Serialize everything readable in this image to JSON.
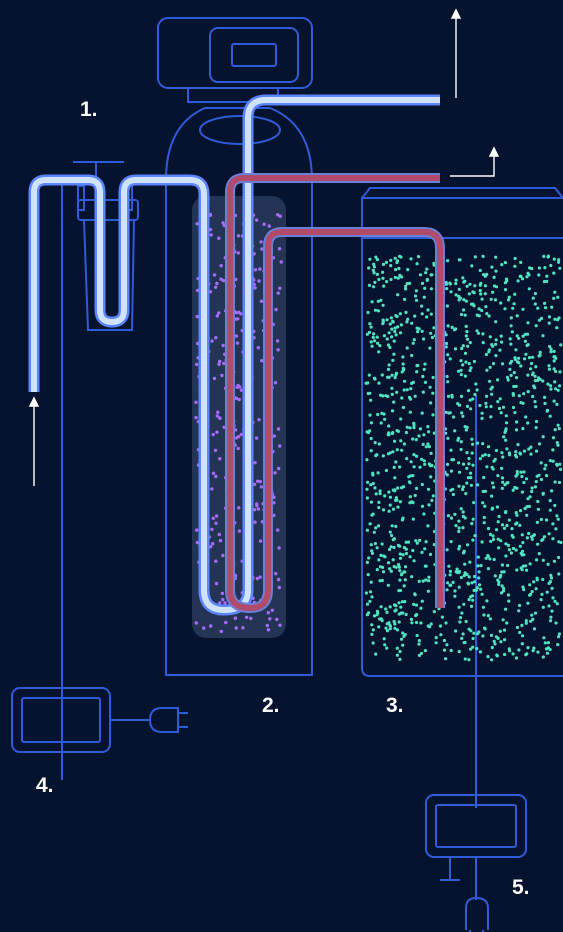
{
  "labels": {
    "control_valve": "1.",
    "resin_tank": "2.",
    "brine_tank": "3.",
    "controller_left": "4.",
    "controller_bottom": "5."
  },
  "colors": {
    "background": "#06132e",
    "outline": "#2f5bd8",
    "clean_pipe": "#cfe2ff",
    "clean_pipe_border": "#5d85ff",
    "brine_pipe": "#b24a6a",
    "resin_beads": "#a86bff",
    "brine_beads": "#4fe3c1",
    "resin_column": "#2a3b5c",
    "label": "#ffffff"
  },
  "icons": [
    "control-valve-head-icon",
    "pre-filter-icon",
    "resin-tank-icon",
    "brine-tank-icon",
    "controller-box-icon",
    "power-plug-icon",
    "outlet-arrow-icon"
  ]
}
